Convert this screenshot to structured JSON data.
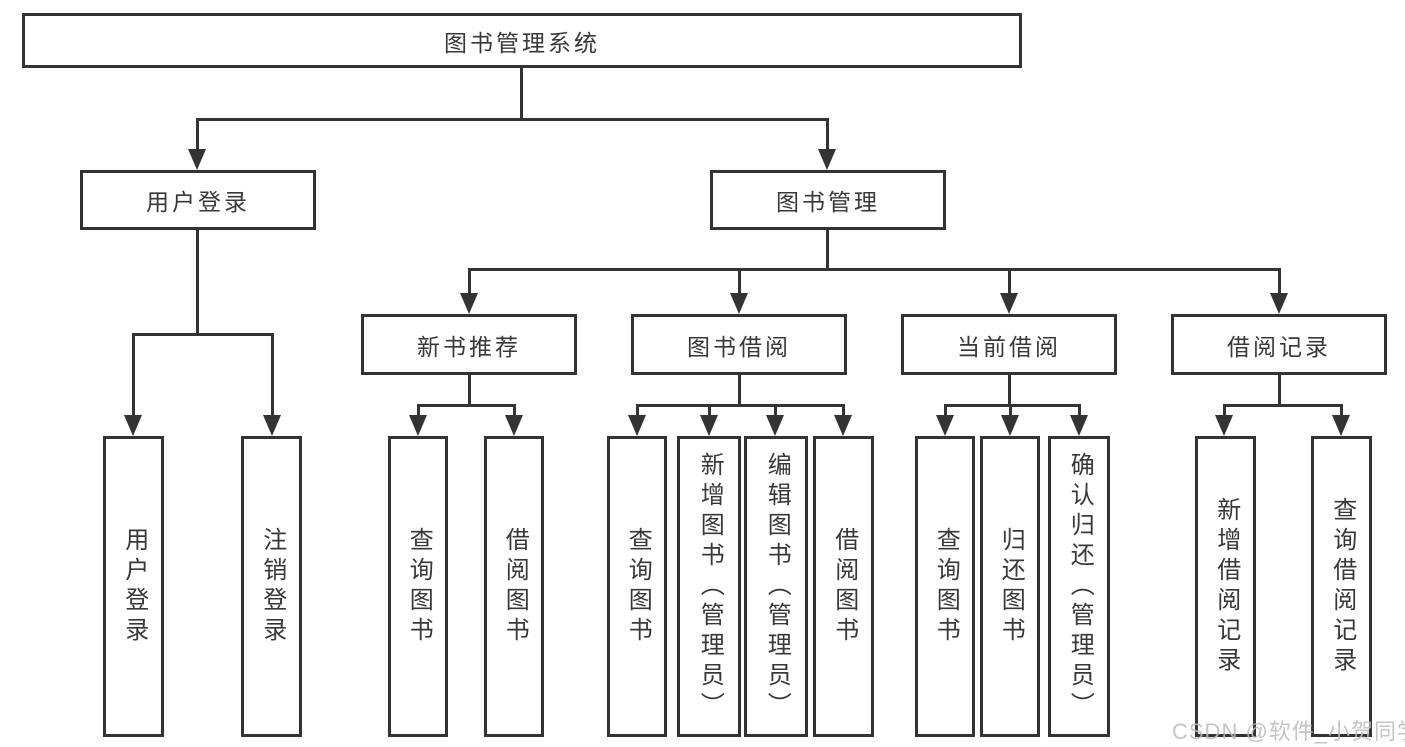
{
  "hierarchy": {
    "label": "图书管理系统",
    "children": [
      {
        "label": "用户登录",
        "children": [
          {
            "label": "用户登录"
          },
          {
            "label": "注销登录"
          }
        ]
      },
      {
        "label": "图书管理",
        "children": [
          {
            "label": "新书推荐",
            "children": [
              {
                "label": "查询图书"
              },
              {
                "label": "借阅图书"
              }
            ]
          },
          {
            "label": "图书借阅",
            "children": [
              {
                "label": "查询图书"
              },
              {
                "label": "新增图书（管理员）"
              },
              {
                "label": "编辑图书（管理员）"
              },
              {
                "label": "借阅图书"
              }
            ]
          },
          {
            "label": "当前借阅",
            "children": [
              {
                "label": "查询图书"
              },
              {
                "label": "归还图书"
              },
              {
                "label": "确认归还（管理员）"
              }
            ]
          },
          {
            "label": "借阅记录",
            "children": [
              {
                "label": "新增借阅记录"
              },
              {
                "label": "查询借阅记录"
              }
            ]
          }
        ]
      }
    ]
  },
  "watermark": "CSDN @软件_小贺同学",
  "colors": {
    "line": "#333333",
    "box_fill": "#ffffff",
    "text": "#383838",
    "watermark": "#bcbcbc",
    "background": "#ffffff"
  }
}
